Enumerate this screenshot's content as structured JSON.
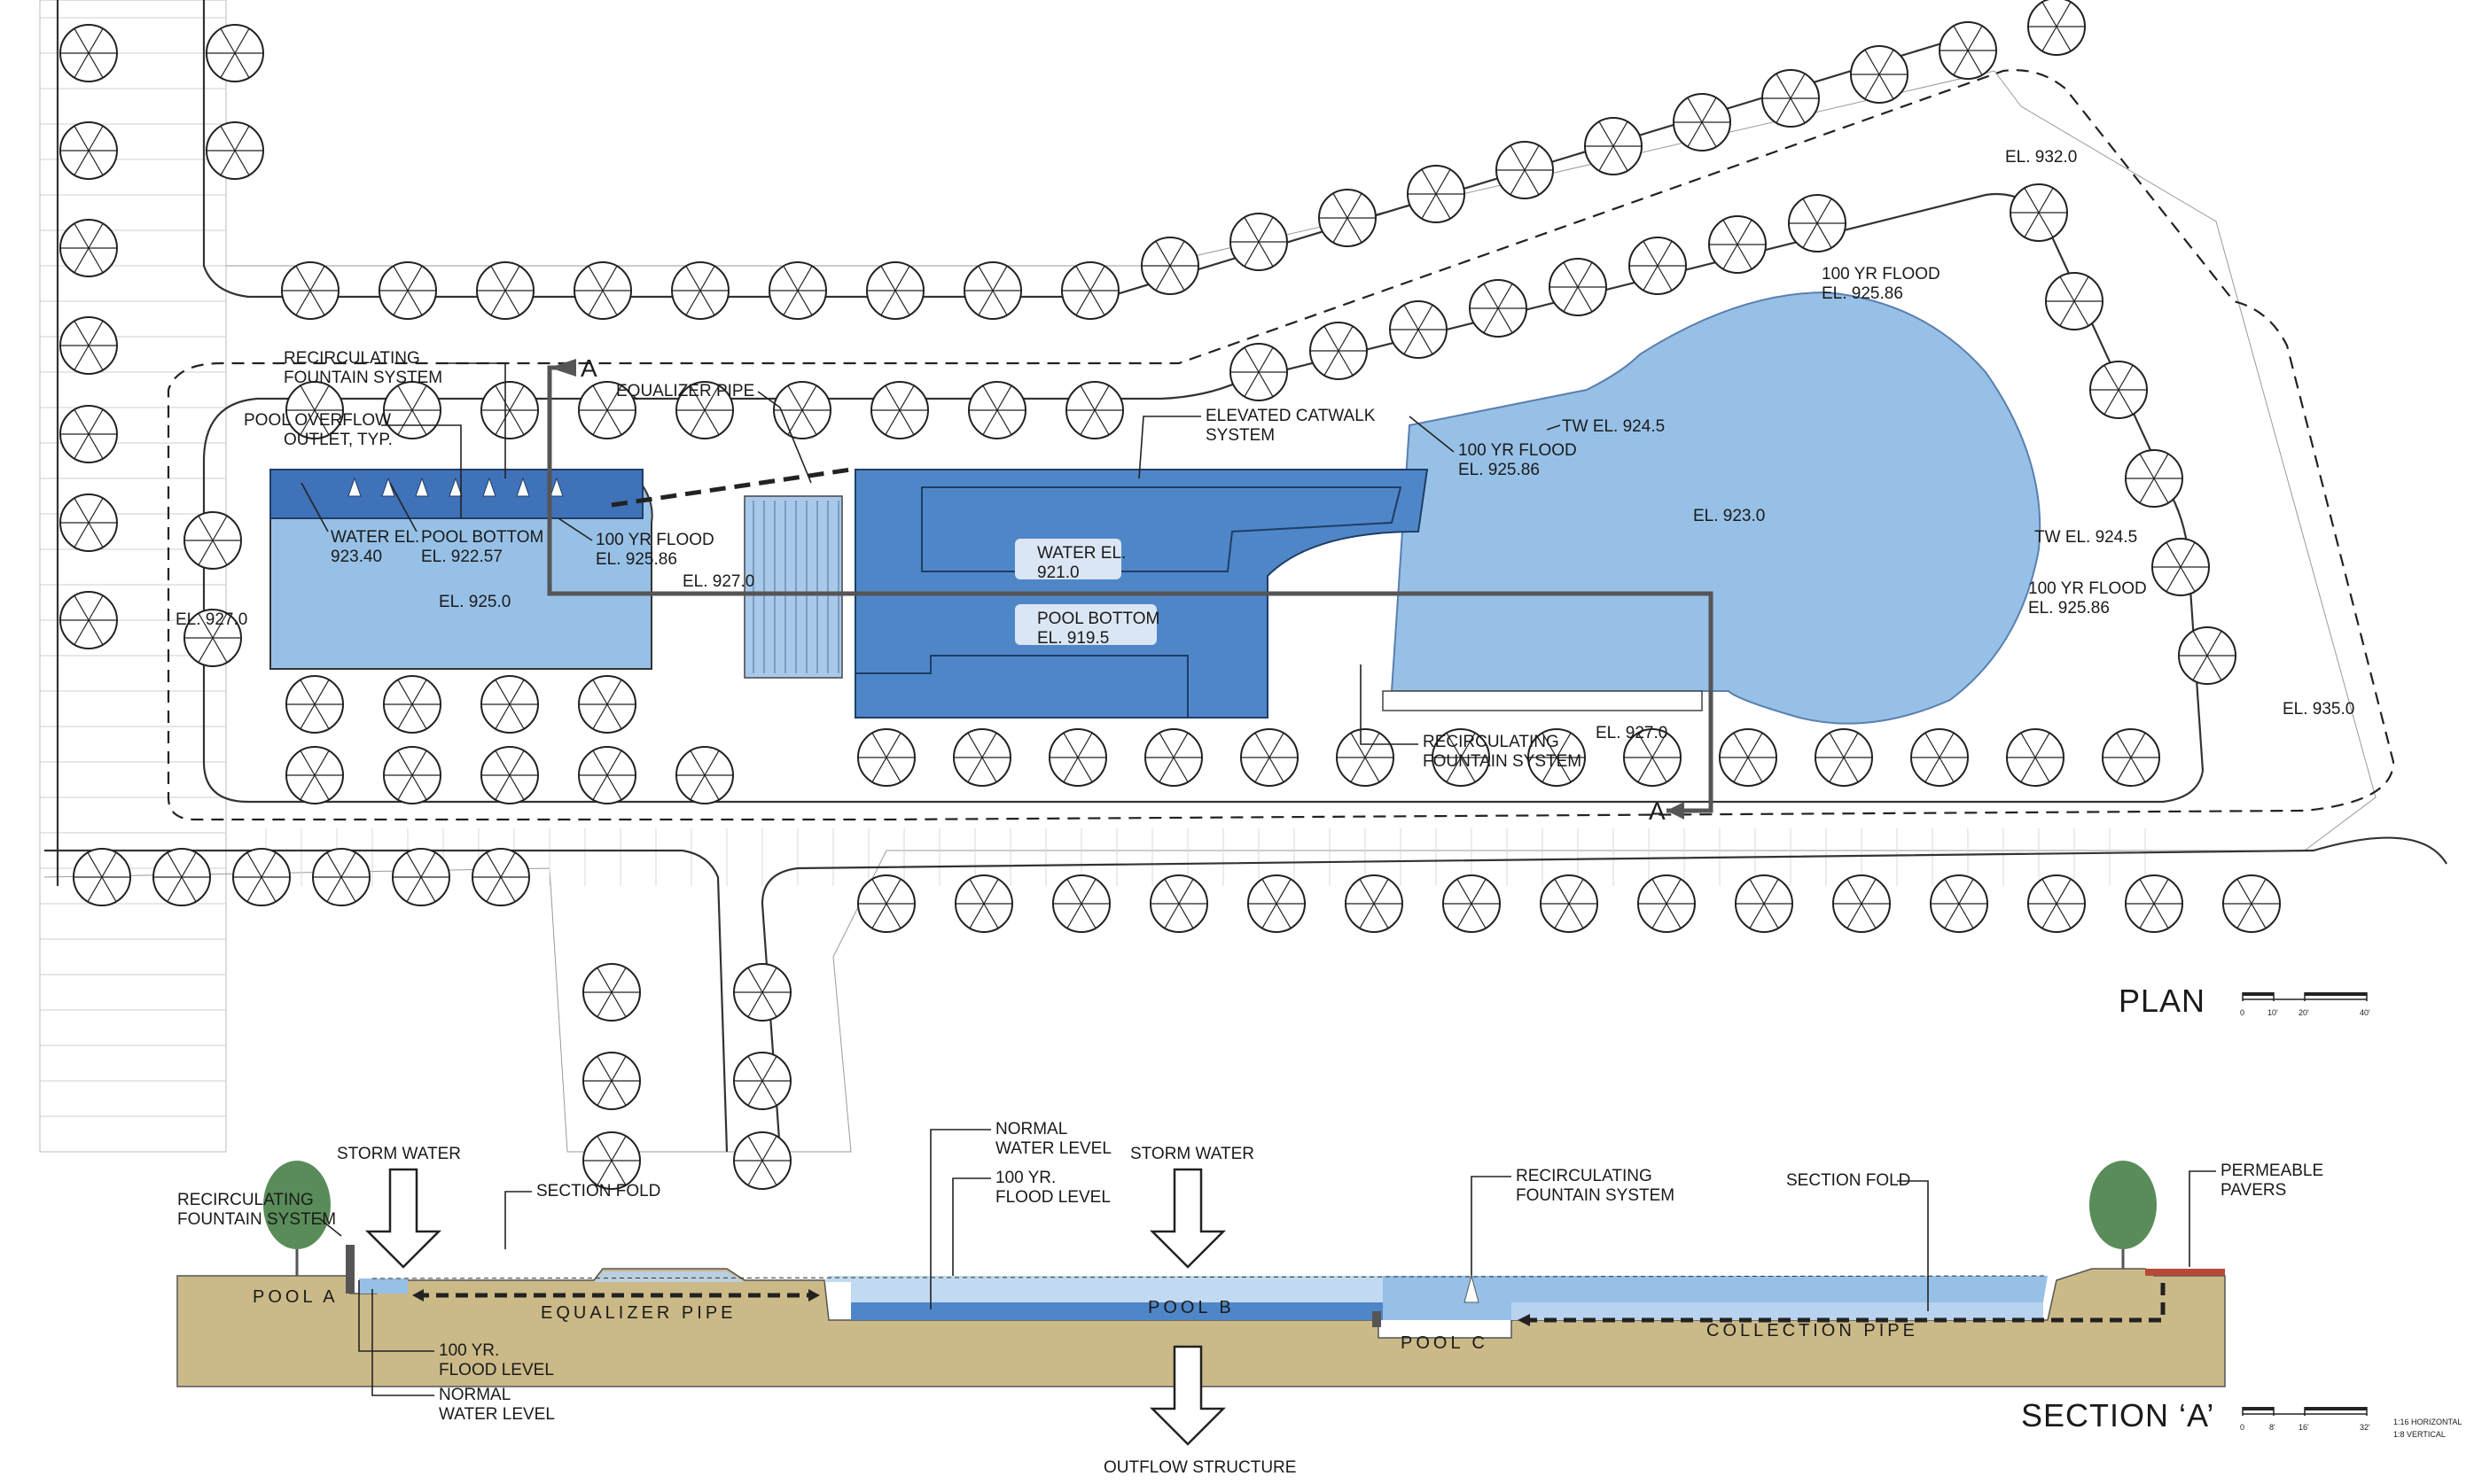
{
  "plan": {
    "title": "PLAN",
    "scale_ticks": [
      "0",
      "10'",
      "20'",
      "40'"
    ],
    "labels": {
      "recirc_fountain_1": "RECIRCULATING",
      "recirc_fountain_1b": "FOUNTAIN SYSTEM",
      "equalizer_pipe": "EQUALIZER PIPE",
      "pool_overflow": "POOL OVERFLOW",
      "pool_overflow_b": "OUTLET, TYP.",
      "elevated_catwalk": "ELEVATED CATWALK",
      "elevated_catwalk_b": "SYSTEM",
      "water_el_a": "WATER EL.",
      "water_el_a_val": "923.40",
      "pool_bottom_a": "POOL BOTTOM",
      "pool_bottom_a_val": "EL. 922.57",
      "flood_a": "100 YR FLOOD",
      "flood_a_val": "EL. 925.86",
      "el_927_left": "EL. 927.0",
      "el_925": "EL. 925.0",
      "el_927_mid": "EL. 927.0",
      "water_el_b": "WATER EL.",
      "water_el_b_val": "921.0",
      "pool_bottom_b": "POOL BOTTOM",
      "pool_bottom_b_val": "EL. 919.5",
      "flood_c1": "100 YR FLOOD",
      "flood_c1_val": "EL. 925.86",
      "tw_924_top": "TW EL. 924.5",
      "flood_c2": "100 YR FLOOD",
      "flood_c2_val": "EL. 925.86",
      "el_923": "EL. 923.0",
      "tw_924_right": "TW EL. 924.5",
      "flood_c3": "100 YR FLOOD",
      "flood_c3_val": "EL. 925.86",
      "el_932": "EL. 932.0",
      "el_935": "EL. 935.0",
      "recirc_fountain_2": "RECIRCULATING",
      "recirc_fountain_2b": "FOUNTAIN SYSTEM",
      "el_927_bottom": "EL. 927.0",
      "section_marker_top": "A",
      "section_marker_bottom": "A"
    }
  },
  "section": {
    "title": "SECTION ‘A’",
    "scale_ticks": [
      "0",
      "8'",
      "16'",
      "32'"
    ],
    "scale_note_1": "1:16 HORIZONTAL",
    "scale_note_2": "1:8 VERTICAL",
    "labels": {
      "storm_water_1": "STORM WATER",
      "section_fold_1": "SECTION FOLD",
      "recirc_1": "RECIRCULATING",
      "recirc_1b": "FOUNTAIN SYSTEM",
      "pool_a": "POOL A",
      "equalizer_pipe": "EQUALIZER PIPE",
      "flood_level_1": "100 YR.",
      "flood_level_1b": "FLOOD LEVEL",
      "normal_water_1": "NORMAL",
      "normal_water_1b": "WATER LEVEL",
      "normal_water_2": "NORMAL",
      "normal_water_2b": "WATER LEVEL",
      "flood_level_2": "100 YR.",
      "flood_level_2b": "FLOOD LEVEL",
      "storm_water_2": "STORM WATER",
      "pool_b": "POOL B",
      "outflow": "OUTFLOW STRUCTURE",
      "recirc_2": "RECIRCULATING",
      "recirc_2b": "FOUNTAIN SYSTEM",
      "pool_c": "POOL C",
      "section_fold_2": "SECTION FOLD",
      "collection_pipe": "COLLECTION PIPE",
      "permeable": "PERMEABLE",
      "permeable_b": "PAVERS"
    }
  },
  "colors": {
    "pool_light": "#97c0e6",
    "pool_mid": "#4f86c8",
    "pool_dark": "#3f72b8",
    "soil": "#cbb988",
    "tree_green": "#5a8c5a"
  }
}
